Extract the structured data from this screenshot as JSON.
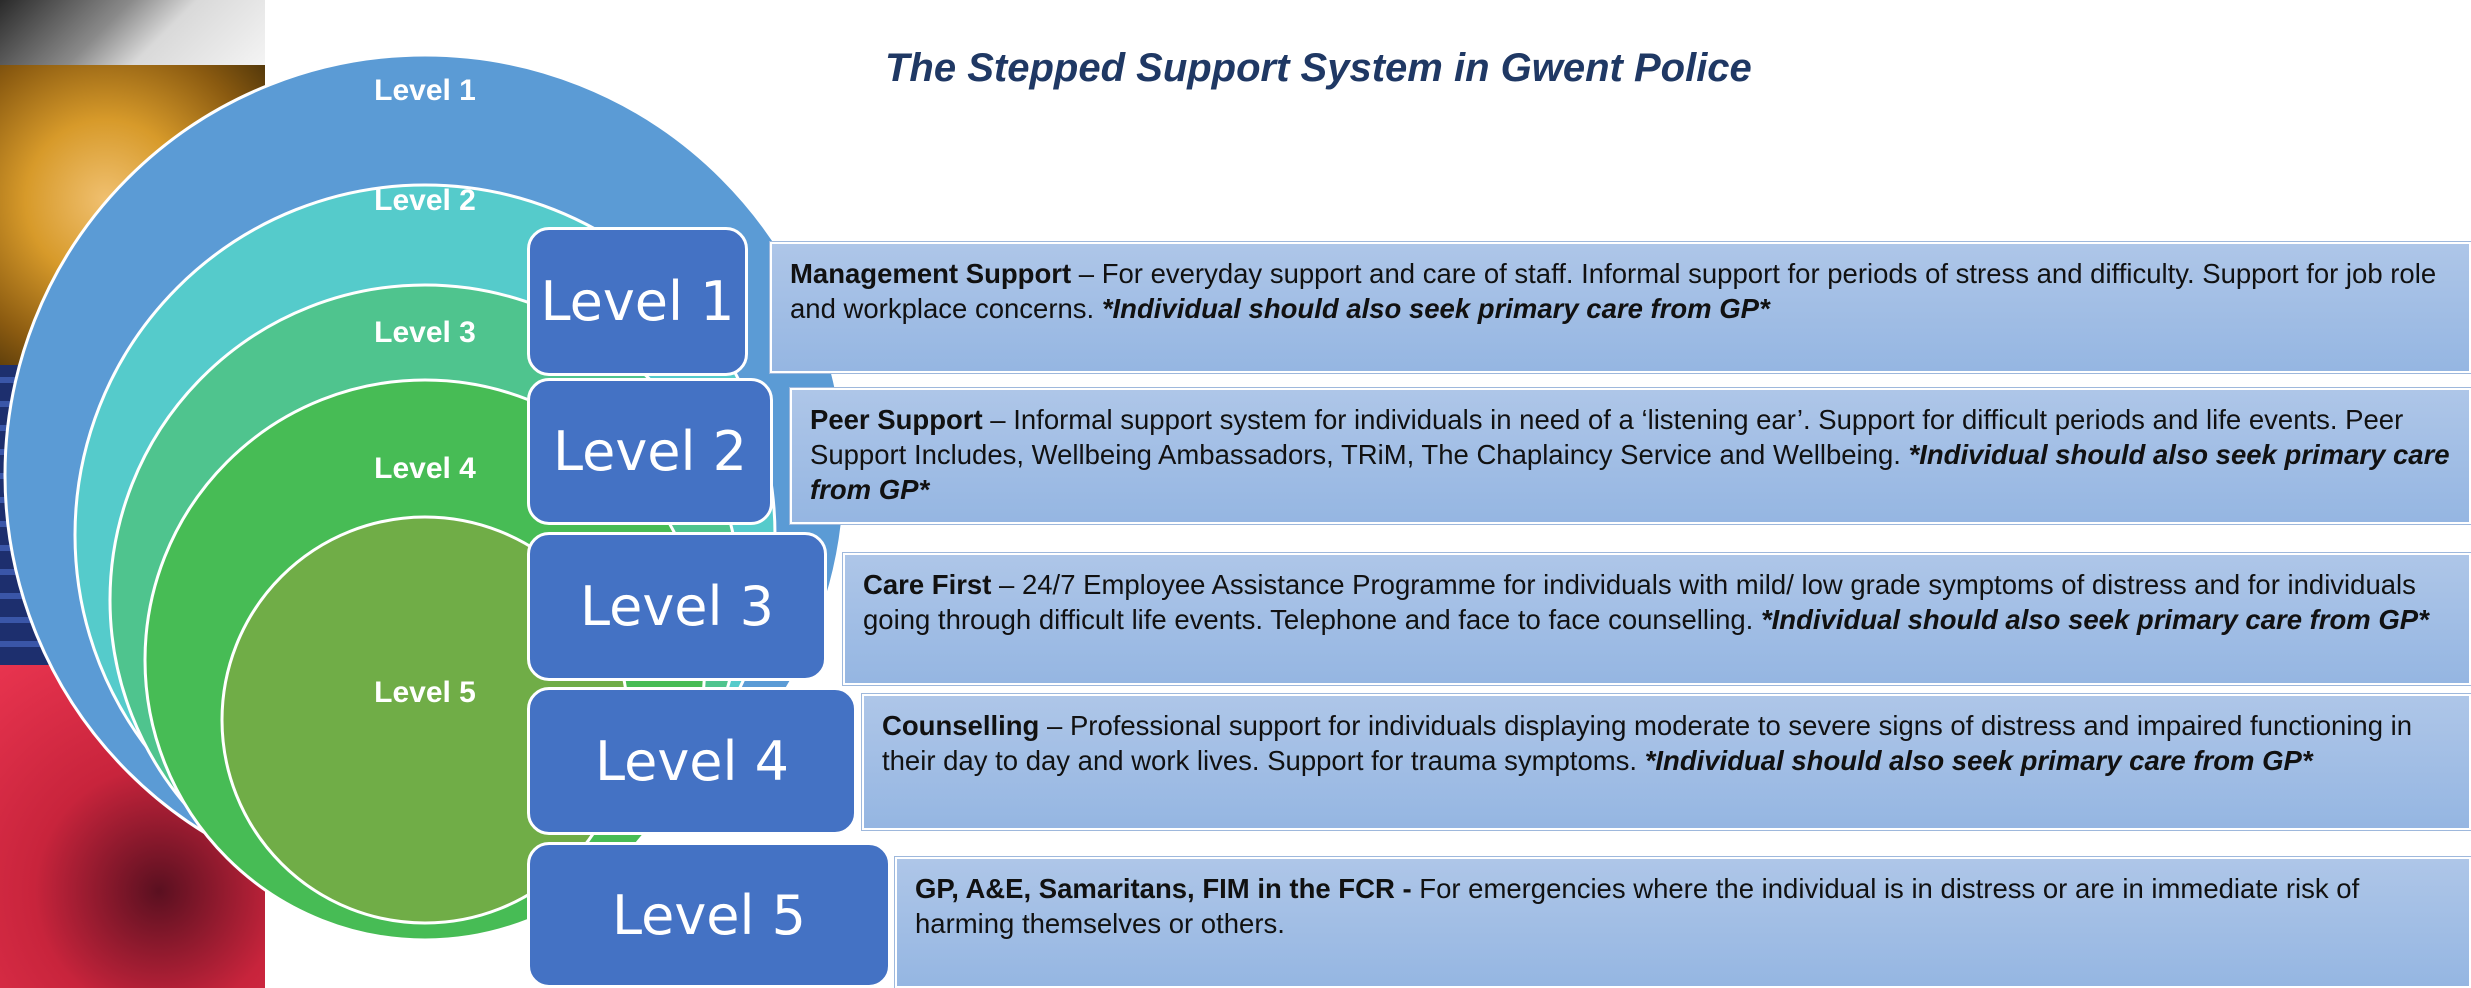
{
  "title": "The Stepped Support System in Gwent Police",
  "circle_labels": [
    "Level 1",
    "Level 2",
    "Level 3",
    "Level 4",
    "Level 5"
  ],
  "colors": {
    "ring1": "#5b9bd5",
    "ring2": "#55cbcb",
    "ring3": "#4fc48e",
    "ring4": "#47bc55",
    "ring5": "#70ad47",
    "level_box": "#4472c4",
    "title": "#1f3864"
  },
  "levels": [
    {
      "label": "Level 1",
      "heading": "Management Support",
      "text": " – For everyday support and care of staff. Informal support for periods of stress and difficulty. Support for job role and workplace concerns. ",
      "note": "*Individual should also seek primary care from GP*"
    },
    {
      "label": "Level 2",
      "heading": "Peer Support",
      "text": " – Informal support system for individuals in need of a ‘listening ear’. Support for difficult periods and life events. Peer Support Includes, Wellbeing Ambassadors, TRiM, The Chaplaincy Service and Wellbeing. ",
      "note": "*Individual should also seek primary care from GP*"
    },
    {
      "label": "Level 3",
      "heading": "Care First",
      "text": " – 24/7 Employee Assistance Programme for individuals with mild/ low grade symptoms of distress and for individuals going through difficult life events. Telephone and face to face counselling. ",
      "note": "*Individual should also seek primary care from GP*"
    },
    {
      "label": "Level 4",
      "heading": "Counselling",
      "text": " – Professional support for individuals displaying moderate to severe signs of distress and impaired functioning in their day to day and work lives. Support for trauma symptoms. ",
      "note": "*Individual should also seek primary care from GP*"
    },
    {
      "label": "Level 5",
      "heading": "GP, A&E, Samaritans, FIM in the FCR -",
      "text": " For emergencies where the individual is in distress or are in immediate risk of harming themselves or others.",
      "note": ""
    }
  ]
}
